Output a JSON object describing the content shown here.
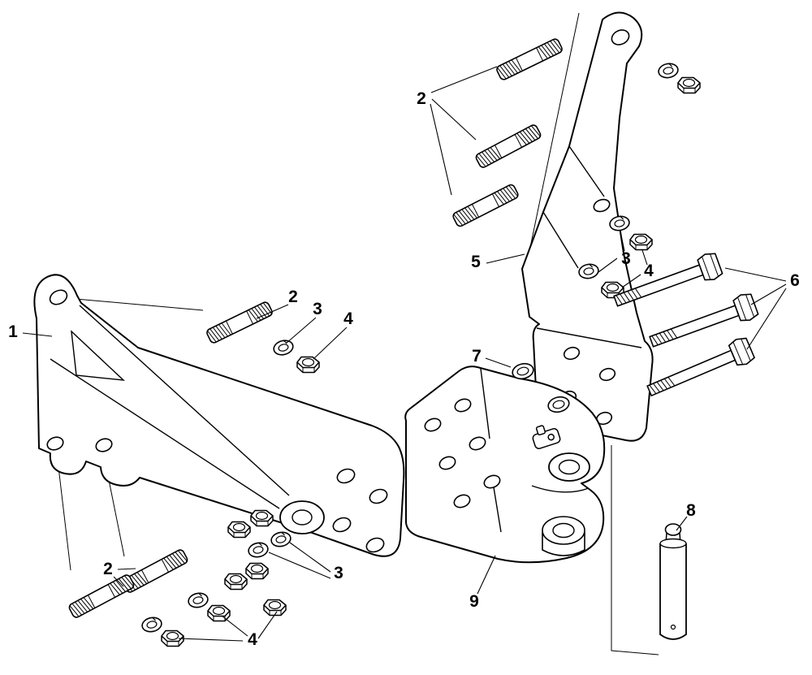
{
  "figure": {
    "type": "exploded-parts-diagram",
    "background_color": "#ffffff",
    "line_color": "#000000",
    "callouts": [
      {
        "label": "1"
      },
      {
        "label": "2"
      },
      {
        "label": "2"
      },
      {
        "label": "3"
      },
      {
        "label": "4"
      },
      {
        "label": "5"
      },
      {
        "label": "3"
      },
      {
        "label": "4"
      },
      {
        "label": "6"
      },
      {
        "label": "7"
      },
      {
        "label": "2"
      },
      {
        "label": "3"
      },
      {
        "label": "4"
      },
      {
        "label": "8"
      },
      {
        "label": "9"
      }
    ]
  }
}
